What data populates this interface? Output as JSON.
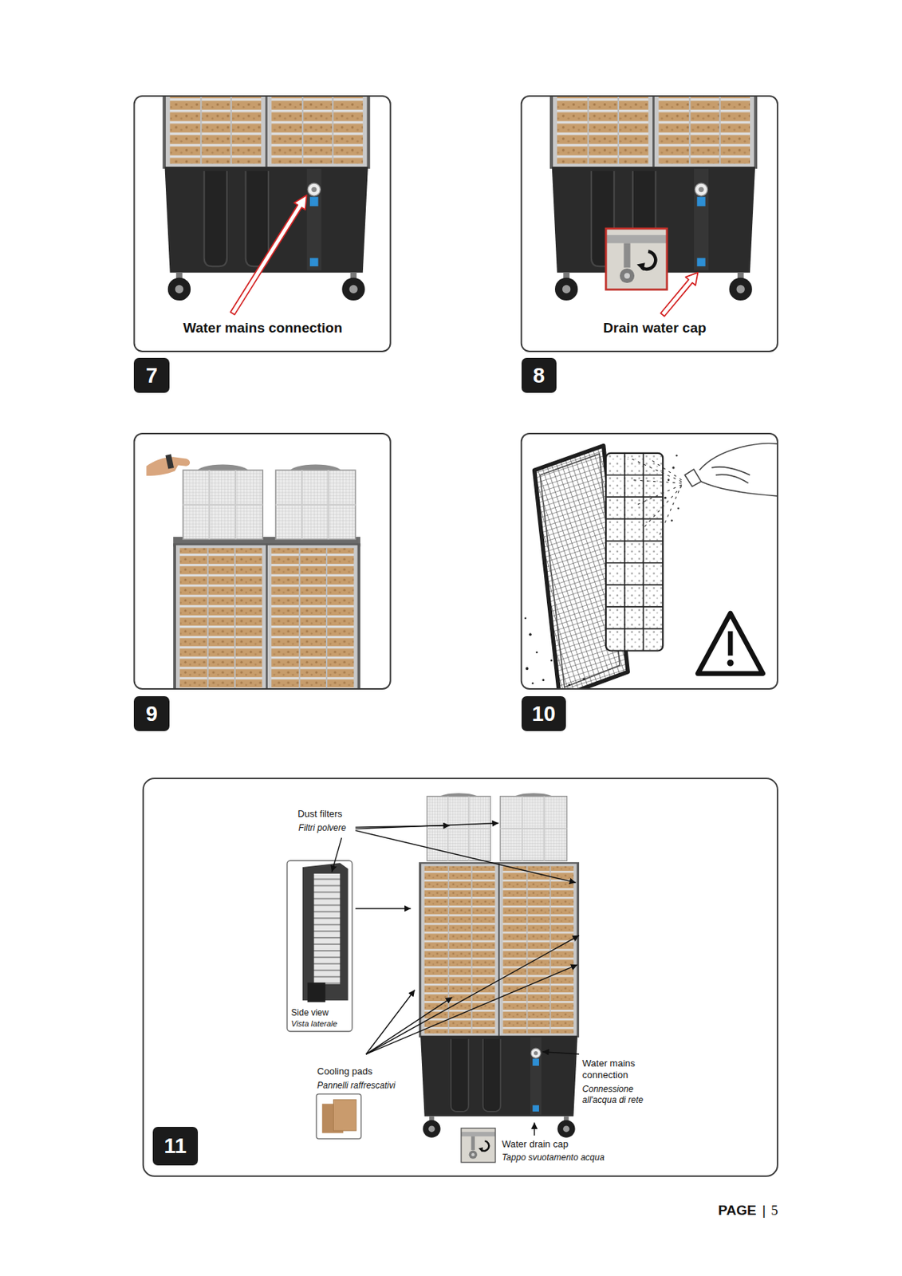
{
  "diagram": {
    "nodes": [
      {
        "text": [
          "7"
        ]
      },
      {
        "text": [
          "8"
        ]
      },
      {
        "text": [
          "9"
        ]
      },
      {
        "text": [
          "10"
        ]
      },
      {
        "text": [
          "11"
        ]
      }
    ],
    "labels": [
      "Water mains connection",
      "Drain water cap",
      "Dust filters",
      "Filtri polvere",
      "Side view",
      "Vista laterale",
      "Cooling pads",
      "Pannelli raffrescativi",
      "Water mains connection",
      "Connessione all'acqua di rete",
      "Water drain cap",
      "Tappo svuotamento acqua",
      "PAGE",
      "|",
      "5"
    ]
  }
}
